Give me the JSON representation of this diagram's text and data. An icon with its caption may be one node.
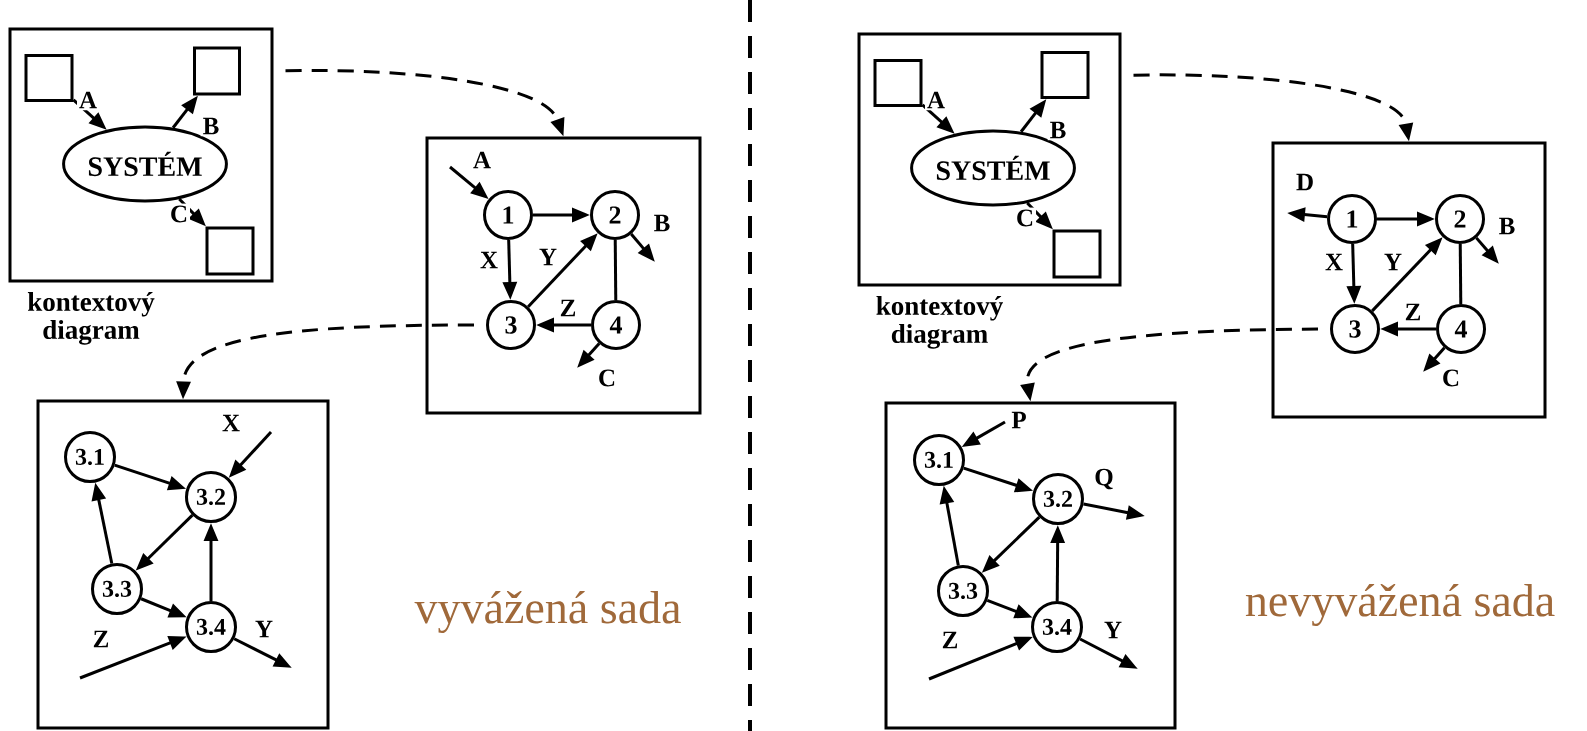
{
  "diagram": {
    "nodes": [
      {
        "text": [],
        "shape": "box",
        "beside": [
          "kontextový diagram"
        ]
      },
      {
        "text": [],
        "shape": "box",
        "in": 0
      },
      {
        "text": [
          "SYSTÉM"
        ],
        "in": 0
      },
      {
        "text": [],
        "shape": "box",
        "in": 0
      },
      {
        "text": [],
        "shape": "box",
        "in": 0
      },
      {
        "text": [],
        "shape": "box"
      },
      {
        "text": [
          "1"
        ],
        "in": 5
      },
      {
        "text": [
          "2"
        ],
        "in": 5
      },
      {
        "text": [
          "3"
        ],
        "in": 5
      },
      {
        "text": [
          "4"
        ],
        "in": 5
      },
      {
        "text": [],
        "shape": "box"
      },
      {
        "text": [
          "3.1"
        ],
        "in": 10
      },
      {
        "text": [
          "3.2"
        ],
        "in": 10
      },
      {
        "text": [
          "3.3"
        ],
        "in": 10
      },
      {
        "text": [
          "3.4"
        ],
        "in": 10
      },
      {
        "text": [],
        "shape": "box",
        "beside": [
          "kontextový diagram"
        ]
      },
      {
        "text": [],
        "shape": "box",
        "in": 15
      },
      {
        "text": [
          "SYSTÉM"
        ],
        "in": 15
      },
      {
        "text": [],
        "shape": "box",
        "in": 15
      },
      {
        "text": [],
        "shape": "box",
        "in": 15
      },
      {
        "text": [],
        "shape": "box"
      },
      {
        "text": [
          "1"
        ],
        "in": 20
      },
      {
        "text": [
          "2"
        ],
        "in": 20
      },
      {
        "text": [
          "3"
        ],
        "in": 20
      },
      {
        "text": [
          "4"
        ],
        "in": 20
      },
      {
        "text": [],
        "shape": "box"
      },
      {
        "text": [
          "3.1"
        ],
        "in": 25
      },
      {
        "text": [
          "3.2"
        ],
        "in": 25
      },
      {
        "text": [
          "3.3"
        ],
        "in": 25
      },
      {
        "text": [
          "3.4"
        ],
        "in": 25
      }
    ],
    "edges": [
      {
        "from": 1,
        "to": 2,
        "arrow": "to",
        "label": "A"
      },
      {
        "from": 2,
        "to": 3,
        "arrow": "to",
        "label": "B"
      },
      {
        "from": 2,
        "to": 4,
        "arrow": "to",
        "label": "C"
      },
      {
        "from": 0,
        "to": 5,
        "arrow": "to",
        "style": "dashed"
      },
      {
        "from": null,
        "to": 6,
        "arrow": "to",
        "label": "A"
      },
      {
        "from": 6,
        "to": 7,
        "arrow": "to"
      },
      {
        "from": 6,
        "to": 8,
        "arrow": "to",
        "label": "X"
      },
      {
        "from": 8,
        "to": 7,
        "arrow": "to",
        "label": "Y"
      },
      {
        "from": 7,
        "to": 9,
        "arrow": "none"
      },
      {
        "from": 9,
        "to": 8,
        "arrow": "to",
        "label": "Z"
      },
      {
        "from": 7,
        "to": null,
        "arrow": "to",
        "label": "B"
      },
      {
        "from": 9,
        "to": null,
        "arrow": "to",
        "label": "C"
      },
      {
        "from": 8,
        "to": 10,
        "arrow": "to",
        "style": "dashed"
      },
      {
        "from": 11,
        "to": 12,
        "arrow": "to"
      },
      {
        "from": 12,
        "to": 13,
        "arrow": "to"
      },
      {
        "from": 13,
        "to": 11,
        "arrow": "to"
      },
      {
        "from": 13,
        "to": 14,
        "arrow": "to"
      },
      {
        "from": 14,
        "to": 12,
        "arrow": "to"
      },
      {
        "from": null,
        "to": 12,
        "arrow": "to",
        "label": "X"
      },
      {
        "from": null,
        "to": 14,
        "arrow": "to",
        "label": "Z"
      },
      {
        "from": 14,
        "to": null,
        "arrow": "to",
        "label": "Y"
      },
      {
        "from": 16,
        "to": 17,
        "arrow": "to",
        "label": "A"
      },
      {
        "from": 17,
        "to": 18,
        "arrow": "to",
        "label": "B"
      },
      {
        "from": 17,
        "to": 19,
        "arrow": "to",
        "label": "C"
      },
      {
        "from": 15,
        "to": 20,
        "arrow": "to",
        "style": "dashed"
      },
      {
        "from": 21,
        "to": null,
        "arrow": "to",
        "label": "D"
      },
      {
        "from": 21,
        "to": 22,
        "arrow": "to"
      },
      {
        "from": 21,
        "to": 23,
        "arrow": "to",
        "label": "X"
      },
      {
        "from": 23,
        "to": 22,
        "arrow": "to",
        "label": "Y"
      },
      {
        "from": 22,
        "to": 24,
        "arrow": "none"
      },
      {
        "from": 24,
        "to": 23,
        "arrow": "to",
        "label": "Z"
      },
      {
        "from": 22,
        "to": null,
        "arrow": "to",
        "label": "B"
      },
      {
        "from": 24,
        "to": null,
        "arrow": "to",
        "label": "C"
      },
      {
        "from": 23,
        "to": 25,
        "arrow": "to",
        "style": "dashed"
      },
      {
        "from": null,
        "to": 26,
        "arrow": "to",
        "label": "P"
      },
      {
        "from": 26,
        "to": 27,
        "arrow": "to"
      },
      {
        "from": 27,
        "to": 28,
        "arrow": "to"
      },
      {
        "from": 28,
        "to": 26,
        "arrow": "to"
      },
      {
        "from": 28,
        "to": 29,
        "arrow": "to"
      },
      {
        "from": 29,
        "to": 27,
        "arrow": "to"
      },
      {
        "from": 27,
        "to": null,
        "arrow": "to",
        "label": "Q"
      },
      {
        "from": null,
        "to": 29,
        "arrow": "to",
        "label": "Z"
      },
      {
        "from": 29,
        "to": null,
        "arrow": "to",
        "label": "Y"
      }
    ],
    "labels": [
      "vyvážená sada",
      "nevyvážená sada"
    ]
  }
}
